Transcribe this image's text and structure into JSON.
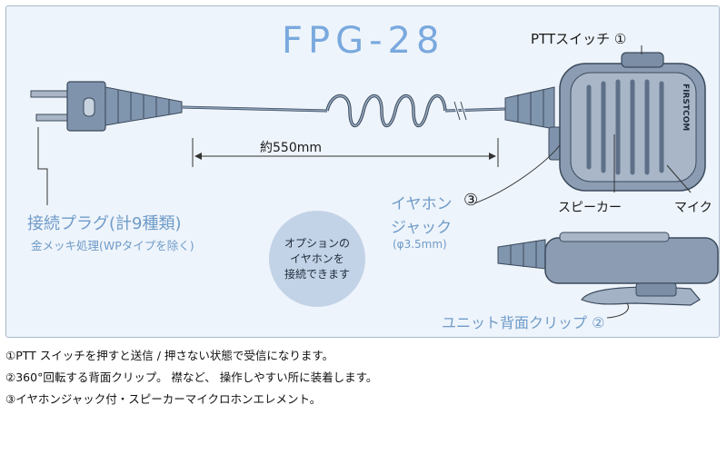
{
  "title": "FPG-28",
  "labels": {
    "ptt": "PTTスイッチ ①",
    "length": "約550mm",
    "earphone_line1": "イヤホン",
    "earphone_line2": "ジャック",
    "earphone_num": "③",
    "earphone_dia": "(φ3.5mm)",
    "speaker": "スピーカー",
    "mic": "マイク",
    "plug_line1": "接続プラグ(計9種類)",
    "plug_line2": "金メッキ処理(WPタイプを除く)",
    "clip": "ユニット背面クリップ ②",
    "brand": "FIRSTCOM"
  },
  "bubble": [
    "オプションの",
    "イヤホンを",
    "接続できます"
  ],
  "notes": [
    "①PTT スイッチを押すと送信 / 押さない状態で受信になります。",
    "②360°回転する背面クリップ。 襟など、 操作しやすい所に装着します。",
    "③イヤホンジャック付・スピーカーマイクロホンエレメント。"
  ],
  "colors": {
    "accent": "#79a9de",
    "body": "#8c9db3",
    "panel": "#eef4fb"
  }
}
